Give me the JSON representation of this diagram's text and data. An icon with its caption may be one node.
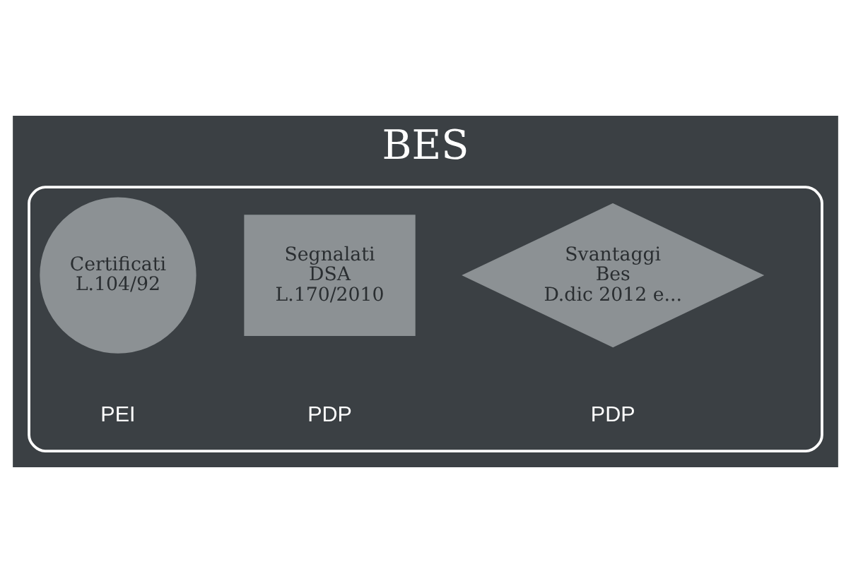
{
  "diagram": {
    "title": "BES",
    "nodes": [
      {
        "text": [],
        "shape": "box"
      },
      {
        "text": [
          "Certificati",
          "L.104/92"
        ],
        "in": 0,
        "beside": [
          "PEI"
        ]
      },
      {
        "text": [
          "Segnalati",
          "DSA",
          "L.170/2010"
        ],
        "in": 0,
        "beside": [
          "PDP"
        ]
      },
      {
        "text": [
          "Svantaggi",
          "Bes",
          "D.dic 2012 e..."
        ],
        "in": 0,
        "beside": [
          "PDP"
        ]
      }
    ]
  }
}
